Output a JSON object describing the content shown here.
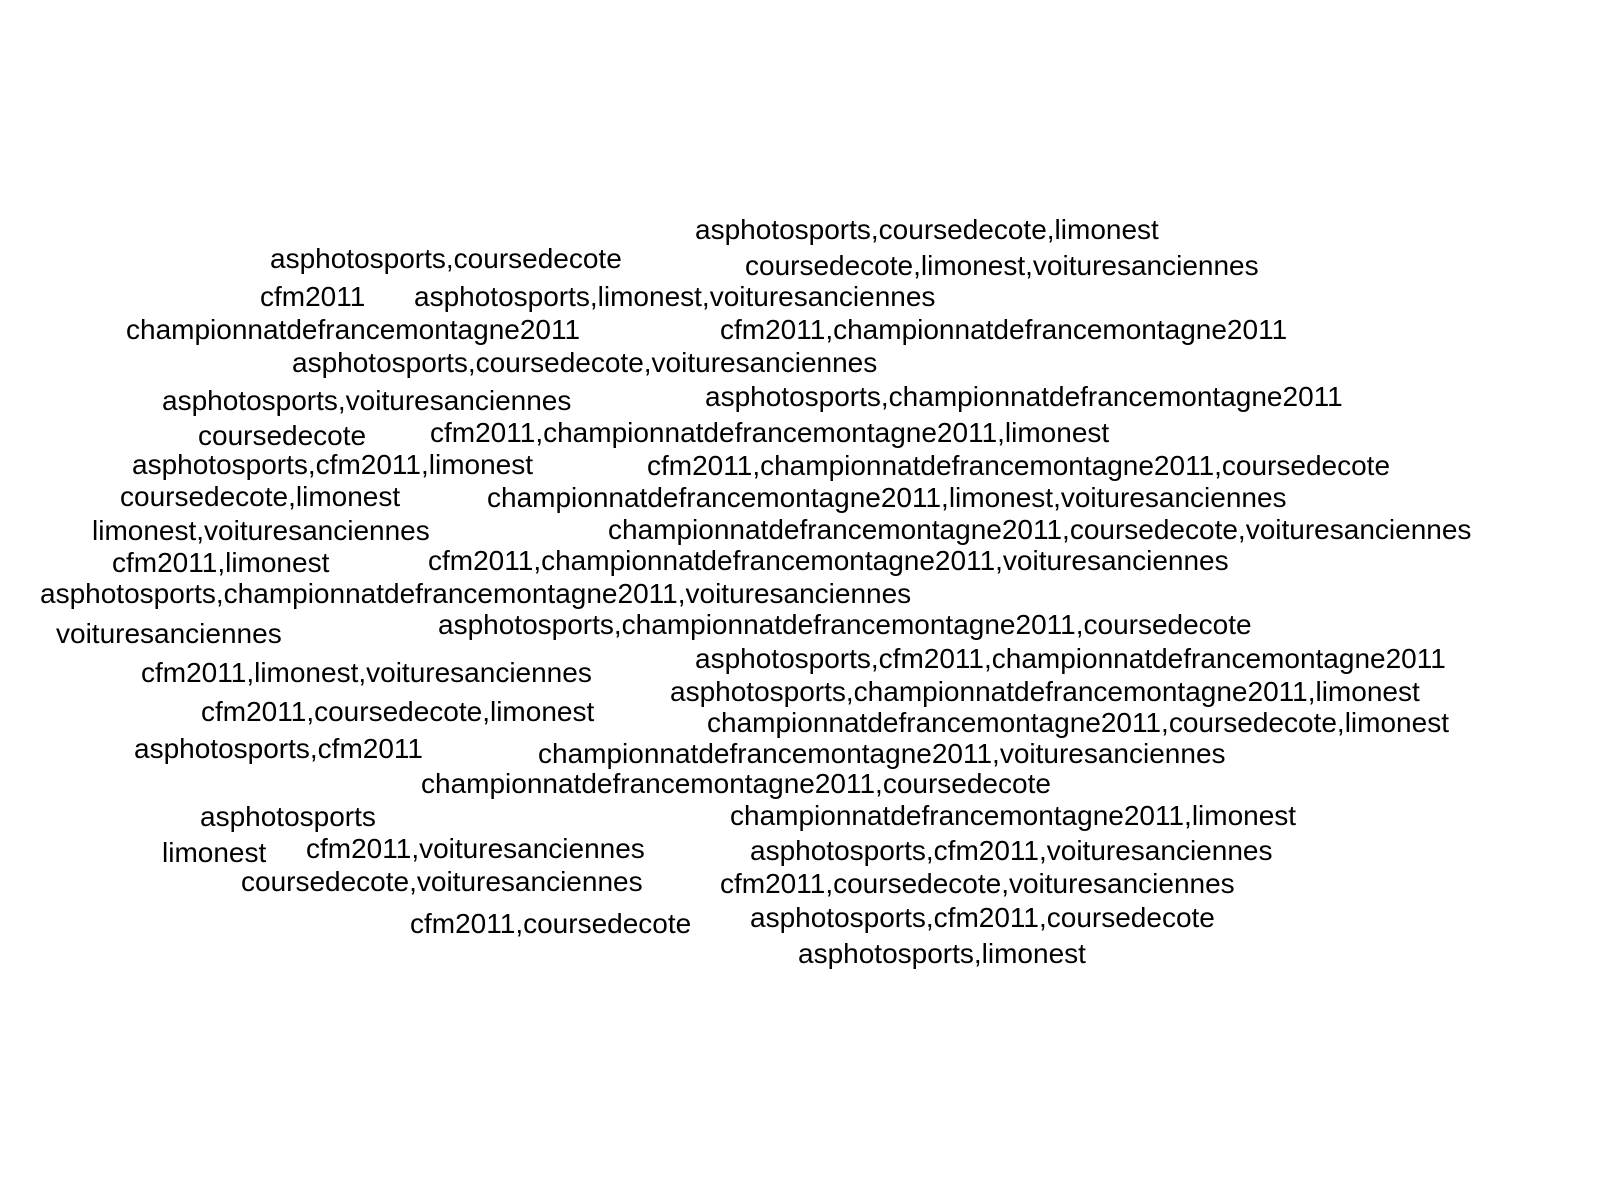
{
  "tags": [
    "asphotosports,coursedecote,limonest",
    "asphotosports,coursedecote",
    "coursedecote,limonest,voituresanciennes",
    "cfm2011",
    "asphotosports,limonest,voituresanciennes",
    "championnatdefrancemontagne2011",
    "cfm2011,championnatdefrancemontagne2011",
    "asphotosports,coursedecote,voituresanciennes",
    "asphotosports,voituresanciennes",
    "asphotosports,championnatdefrancemontagne2011",
    "coursedecote",
    "cfm2011,championnatdefrancemontagne2011,limonest",
    "asphotosports,cfm2011,limonest",
    "cfm2011,championnatdefrancemontagne2011,coursedecote",
    "coursedecote,limonest",
    "championnatdefrancemontagne2011,limonest,voituresanciennes",
    "limonest,voituresanciennes",
    "championnatdefrancemontagne2011,coursedecote,voituresanciennes",
    "cfm2011,limonest",
    "cfm2011,championnatdefrancemontagne2011,voituresanciennes",
    "asphotosports,championnatdefrancemontagne2011,voituresanciennes",
    "asphotosports,championnatdefrancemontagne2011,coursedecote",
    "voituresanciennes",
    "asphotosports,cfm2011,championnatdefrancemontagne2011",
    "cfm2011,limonest,voituresanciennes",
    "asphotosports,championnatdefrancemontagne2011,limonest",
    "cfm2011,coursedecote,limonest",
    "championnatdefrancemontagne2011,coursedecote,limonest",
    "asphotosports,cfm2011",
    "championnatdefrancemontagne2011,voituresanciennes",
    "championnatdefrancemontagne2011,coursedecote",
    "asphotosports",
    "championnatdefrancemontagne2011,limonest",
    "limonest",
    "cfm2011,voituresanciennes",
    "asphotosports,cfm2011,voituresanciennes",
    "coursedecote,voituresanciennes",
    "cfm2011,coursedecote,voituresanciennes",
    "cfm2011,coursedecote",
    "asphotosports,cfm2011,coursedecote",
    "asphotosports,limonest"
  ]
}
